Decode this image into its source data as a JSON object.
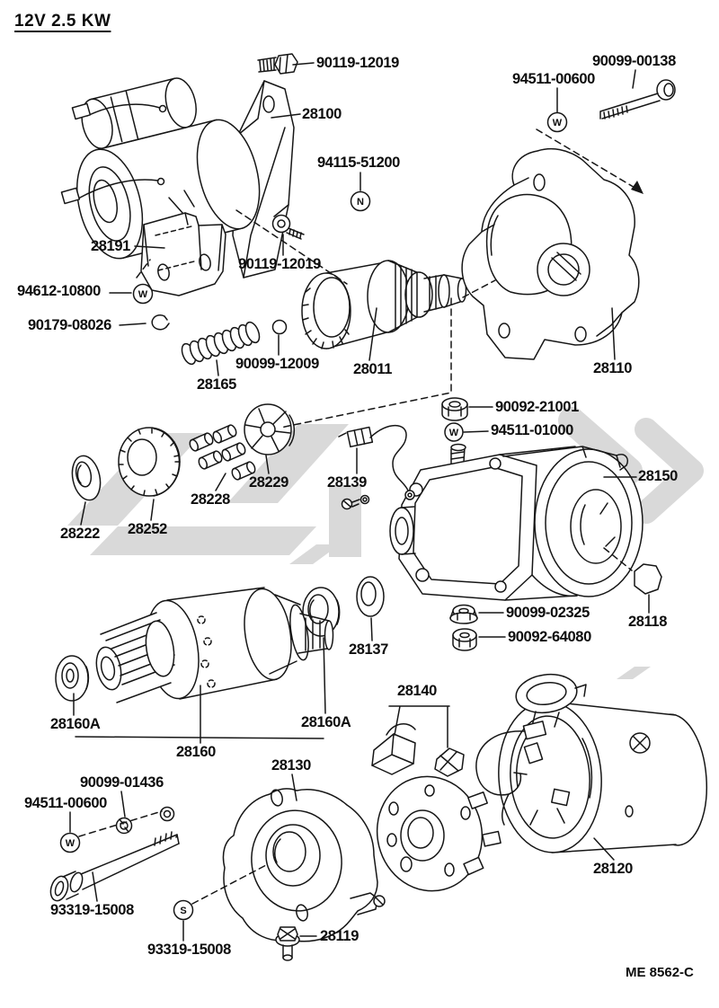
{
  "page": {
    "title": "12V 2.5 KW",
    "drawing_code": "ME 8562-C"
  },
  "symbols": {
    "washer": "W",
    "nut": "N",
    "screw": "S"
  },
  "labels": {
    "bolt_mount_top": "90119-12019",
    "starter_assembly": "28100",
    "washer_top_right": "94511-00600",
    "bolt_long_top": "90099-00138",
    "nut_top": "94115-51200",
    "bracket": "28191",
    "bolt_mount_lower": "90119-12019",
    "washer_bracket": "94612-10800",
    "snap_ring": "90179-08026",
    "ball": "90099-12009",
    "spring": "28165",
    "clutch": "28011",
    "drive_housing": "28110",
    "nut_terminal": "90092-21001",
    "washer_terminal": "94511-01000",
    "magnet_switch": "28150",
    "retainer": "28229",
    "lead_wire": "28139",
    "roller_set": "28228",
    "washer_idler": "28222",
    "idler_gear": "28252",
    "nut_flanged": "90099-02325",
    "nut_hex": "90092-64080",
    "cap": "28118",
    "washer_armature": "28137",
    "bearing_front": "28160A",
    "bearing_rear": "28160A",
    "armature": "28160",
    "brush_set": "28140",
    "end_frame": "28130",
    "washer_spring_small": "90099-01436",
    "washer_bottom": "94511-00600",
    "bolt_through_a": "93319-15008",
    "bolt_through_b": "93319-15008",
    "bolt_small": "28119",
    "yoke": "28120"
  }
}
